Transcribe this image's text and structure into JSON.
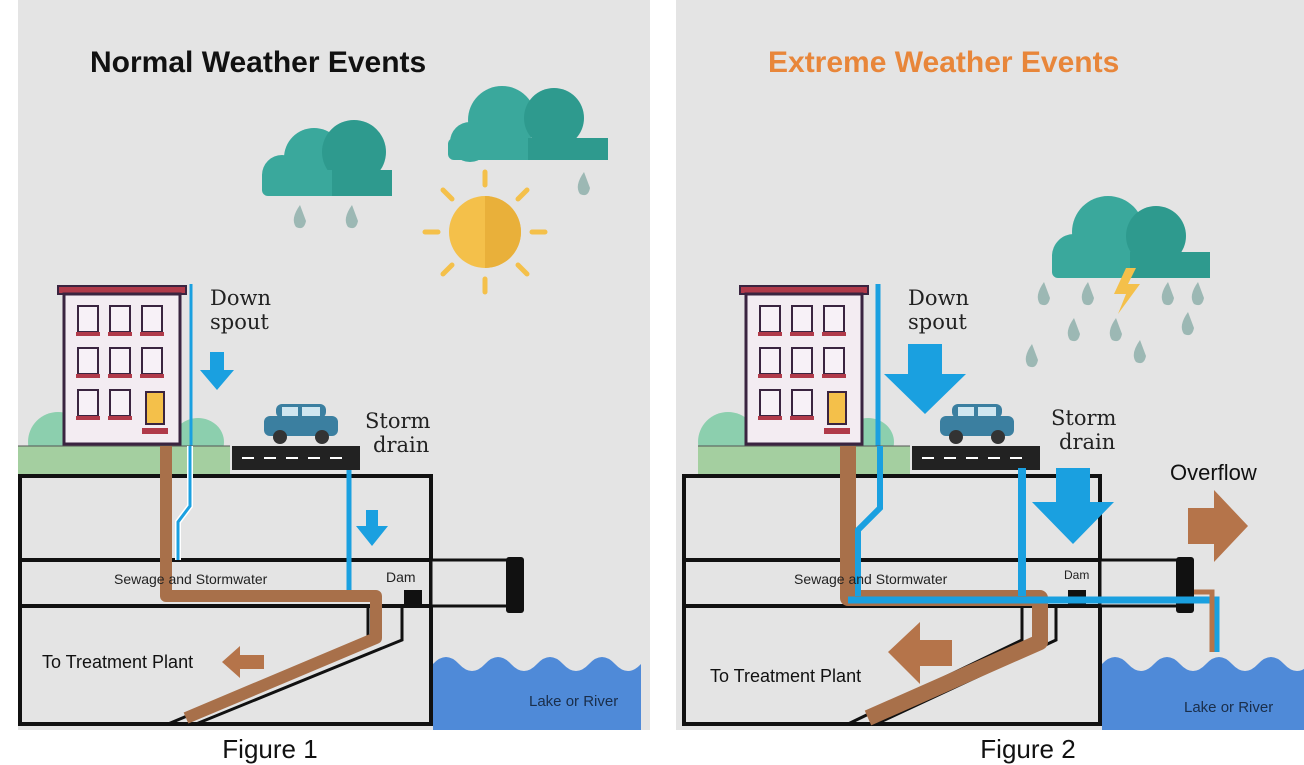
{
  "colors": {
    "background": "#e4e4e4",
    "normal_title": "#111111",
    "extreme_title": "#e8863a",
    "sewage_brown": "#a8704a",
    "stormwater_blue": "#1aa0e0",
    "cloud_teal": "#3aa89c",
    "sun_yellow": "#f4c04a",
    "water": "#4f8ad8"
  },
  "figure1": {
    "title": "Normal Weather Events",
    "downspout_label_1": "Down",
    "downspout_label_2": "spout",
    "storm_drain_label_1": "Storm",
    "storm_drain_label_2": "drain",
    "pipe_label": "Sewage and Stormwater",
    "dam_label": "Dam",
    "treatment_label": "To Treatment Plant",
    "lake_label": "Lake or River",
    "caption": "Figure 1"
  },
  "figure2": {
    "title": "Extreme Weather Events",
    "downspout_label_1": "Down",
    "downspout_label_2": "spout",
    "storm_drain_label_1": "Storm",
    "storm_drain_label_2": "drain",
    "overflow_label": "Overflow",
    "pipe_label": "Sewage and Stormwater",
    "dam_label": "Dam",
    "treatment_label": "To Treatment Plant",
    "lake_label": "Lake or River",
    "caption": "Figure 2"
  }
}
